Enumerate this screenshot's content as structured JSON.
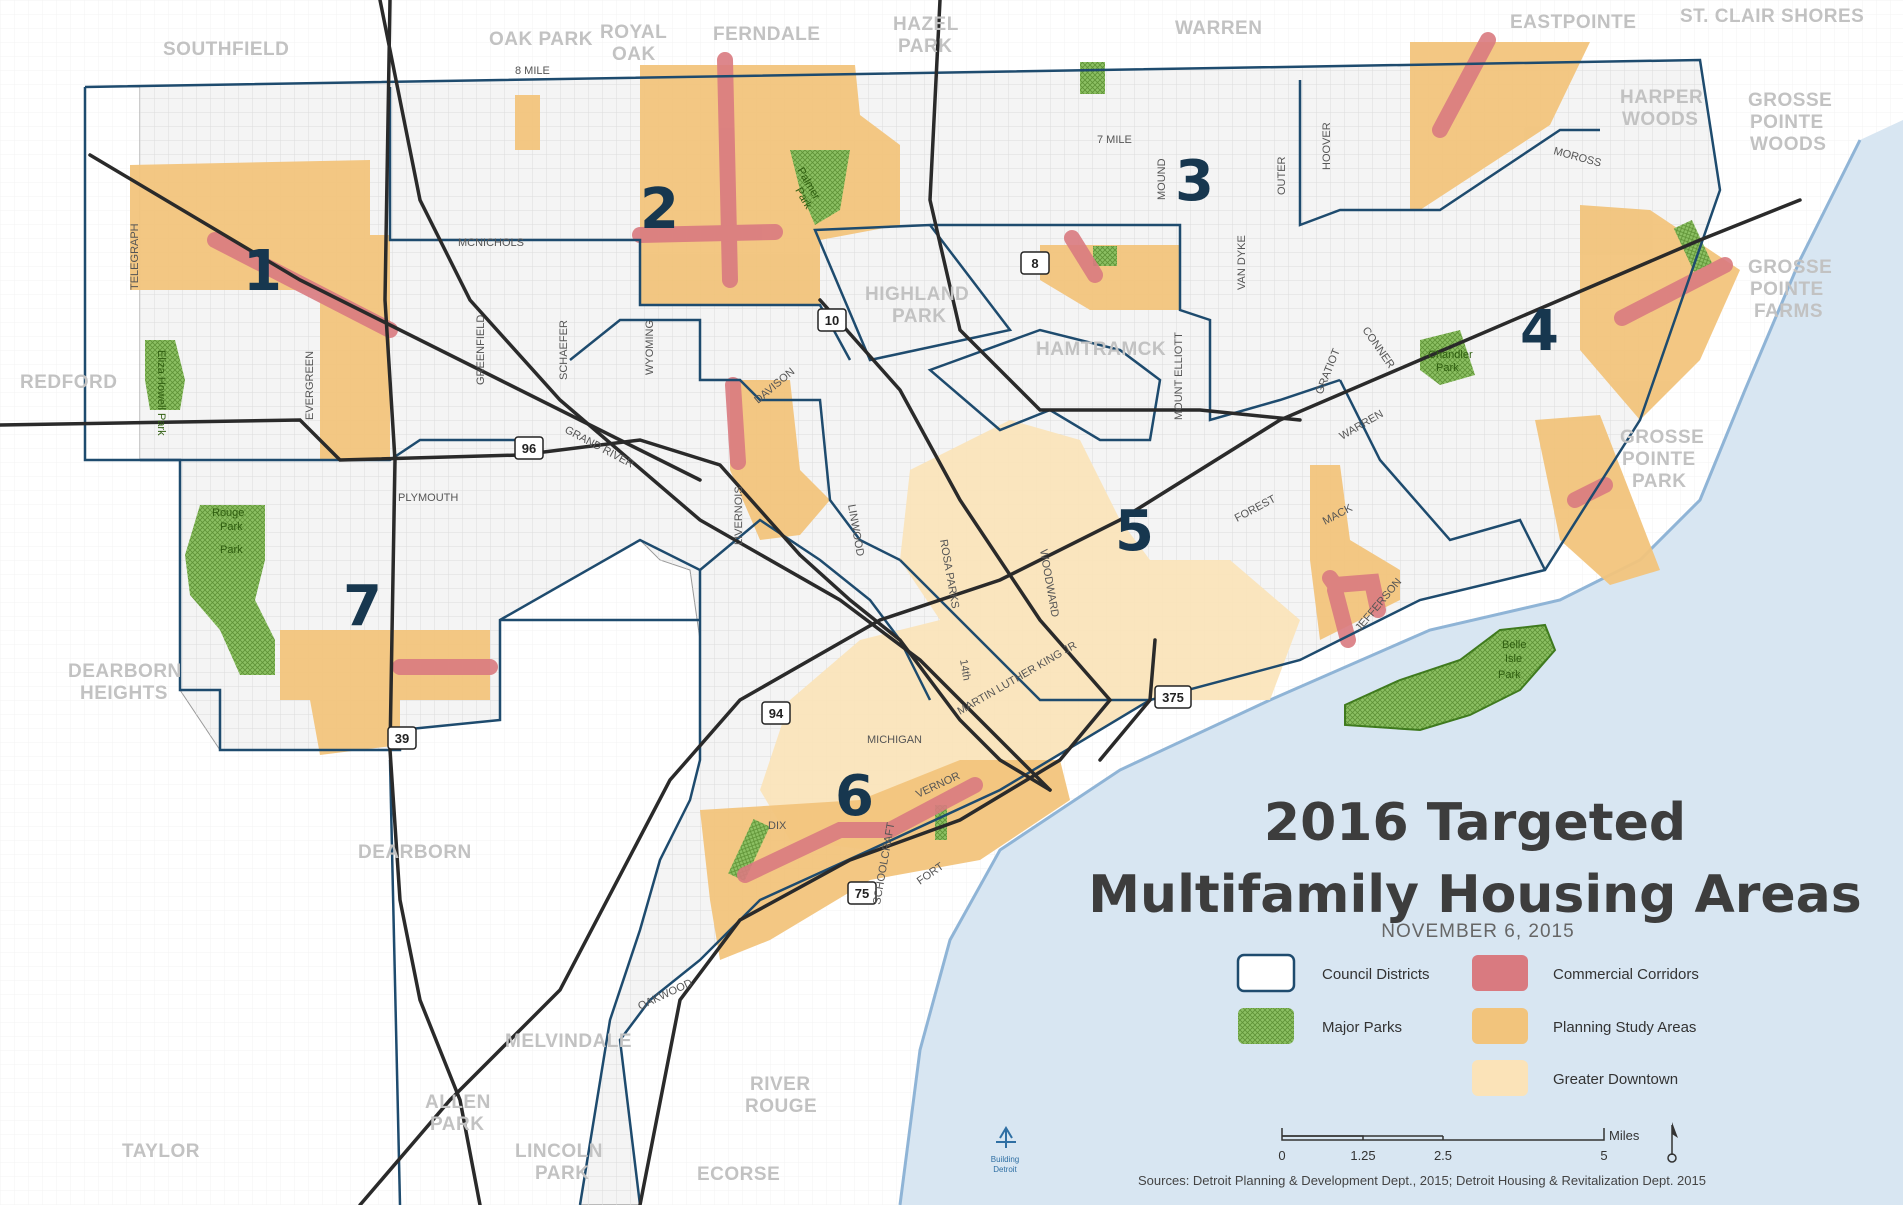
{
  "title": {
    "line1": "2016 Targeted",
    "line2": "Multifamily Housing Areas",
    "date": "NOVEMBER 6, 2015"
  },
  "legend": {
    "council_districts": "Council Districts",
    "commercial_corridors": "Commercial Corridors",
    "major_parks": "Major Parks",
    "planning_study_areas": "Planning Study Areas",
    "greater_downtown": "Greater Downtown"
  },
  "scale": {
    "ticks": [
      "0",
      "1.25",
      "2.5",
      "5"
    ],
    "unit": "Miles"
  },
  "sources": "Sources: Detroit Planning & Development Dept., 2015; Detroit Housing & Revitalization Dept. 2015",
  "districts": [
    "1",
    "2",
    "3",
    "4",
    "5",
    "6",
    "7"
  ],
  "places": {
    "southfield": "SOUTHFIELD",
    "oak_park": "OAK PARK",
    "royal": "ROYAL",
    "oak": "OAK",
    "ferndale": "FERNDALE",
    "hazel": "HAZEL",
    "park_hazel": "PARK",
    "warren": "WARREN",
    "eastpointe": "EASTPOINTE",
    "st_clair_shores": "ST. CLAIR SHORES",
    "harper": "HARPER",
    "woods_harper": "WOODS",
    "grosse_a": "GROSSE",
    "pointe_a": "POINTE",
    "woods_gp": "WOODS",
    "grosse_b": "GROSSE",
    "pointe_b": "POINTE",
    "farms": "FARMS",
    "grosse_c": "GROSSE",
    "pointe_c": "POINTE",
    "park_gp": "PARK",
    "redford": "REDFORD",
    "dearborn": "DEARBORN",
    "heights": "HEIGHTS",
    "dearborn_city": "DEARBORN",
    "highland": "HIGHLAND",
    "park_highland": "PARK",
    "hamtramck": "HAMTRAMCK",
    "melvindale": "MELVINDALE",
    "allen": "ALLEN",
    "park_allen": "PARK",
    "lincoln": "LINCOLN",
    "park_lincoln": "PARK",
    "river": "RIVER",
    "rouge": "ROUGE",
    "ecorse": "ECORSE",
    "taylor": "TAYLOR"
  },
  "roads": {
    "8mile": "8 MILE",
    "7mile": "7 MILE",
    "mcnichols": "MCNICHOLS",
    "telegraph": "TELEGRAPH",
    "evergreen": "EVERGREEN",
    "greenfield": "GREENFIELD",
    "schaefer": "SCHAEFER",
    "wyoming": "WYOMING",
    "grand_river": "GRAND RIVER",
    "plymouth": "PLYMOUTH",
    "davison": "DAVISON",
    "livernois": "LIVERNOIS",
    "linwood": "LINWOOD",
    "rosa_parks": "ROSA PARKS",
    "woodward": "WOODWARD",
    "14th": "14th",
    "mlk": "MARTIN LUTHER KING JR",
    "michigan": "MICHIGAN",
    "dix": "DIX",
    "vernor": "VERNOR",
    "fort": "FORT",
    "oakwood": "OAKWOOD",
    "gratiot": "GRATIOT",
    "warren_ave": "WARREN",
    "forest": "FOREST",
    "mack": "MACK",
    "jefferson": "JEFFERSON",
    "moross": "MOROSS",
    "conner": "CONNER",
    "van_dyke": "VAN DYKE",
    "mound": "MOUND",
    "outer": "OUTER",
    "hoover": "HOOVER",
    "mt_elliott": "MOUNT ELLIOTT",
    "schoolcraft": "SCHOOLCRAFT"
  },
  "shields": [
    "96",
    "94",
    "75",
    "375",
    "39",
    "10",
    "8"
  ],
  "parks": {
    "rouge1": "Rouge",
    "rouge2": "Park",
    "rouge3": "Park",
    "palmer1": "Palmer",
    "palmer2": "Park",
    "belle1": "Belle",
    "belle2": "Isle",
    "belle3": "Park",
    "chandler1": "Chandler",
    "chandler2": "Park",
    "eliza": "Eliza Howell Park"
  },
  "logo": {
    "line1": "Building",
    "line2": "Detroit"
  },
  "colors": {
    "planning": "#f2c47c",
    "downtown": "#fbe3b8",
    "corridor": "#d97a80",
    "park": "#8cc063",
    "district_border": "#1e4b6e",
    "water": "#d8e6f2",
    "highway": "#2a2a2a"
  }
}
